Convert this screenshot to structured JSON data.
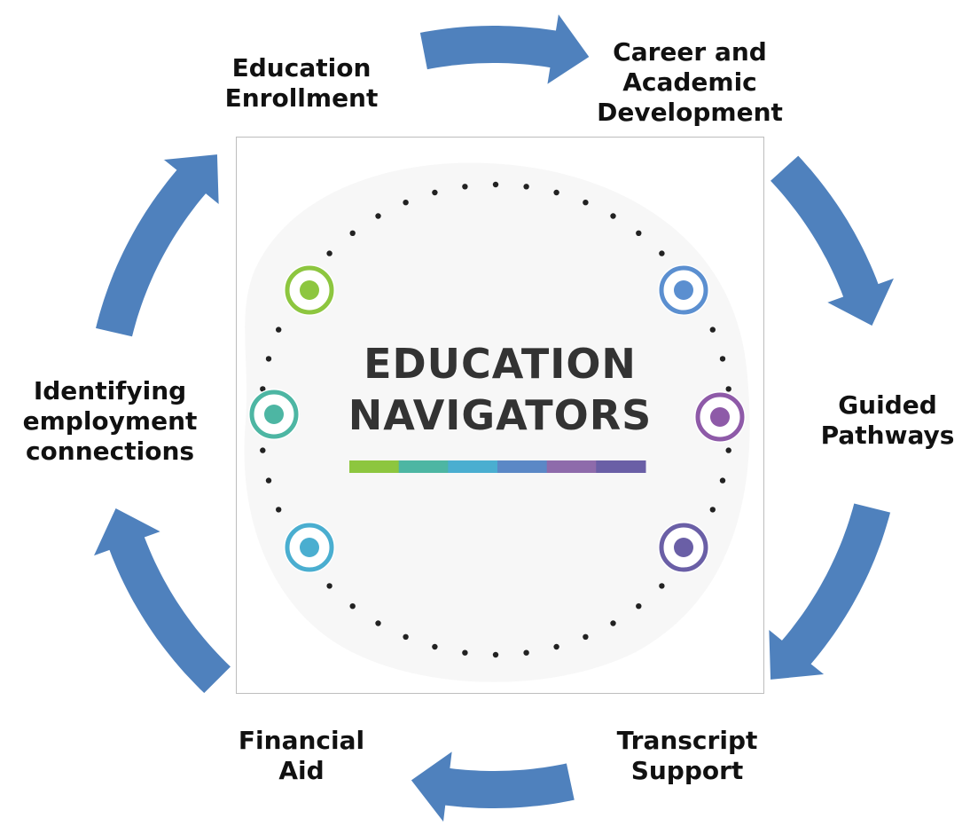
{
  "center": {
    "title_line1": "EDUCATION",
    "title_line2": "NAVIGATORS",
    "bar_colors": [
      "#8dc63f",
      "#4db6a3",
      "#4aaed0",
      "#5b88c6",
      "#8e6bab",
      "#6a5fa6"
    ],
    "node_colors": {
      "upper_left": "#8dc63f",
      "middle_left": "#4db6a3",
      "lower_left": "#4aaed0",
      "upper_right": "#5b8fd0",
      "middle_right": "#8e5aa8",
      "lower_right": "#6a5fa6"
    }
  },
  "steps": [
    {
      "key": "enrollment",
      "lines": [
        "Education",
        "Enrollment"
      ]
    },
    {
      "key": "career",
      "lines": [
        "Career and",
        "Academic",
        "Development"
      ]
    },
    {
      "key": "pathways",
      "lines": [
        "Guided",
        "Pathways"
      ]
    },
    {
      "key": "transcript",
      "lines": [
        "Transcript",
        "Support"
      ]
    },
    {
      "key": "financial",
      "lines": [
        "Financial",
        "Aid"
      ]
    },
    {
      "key": "employment",
      "lines": [
        "Identifying",
        "employment",
        "connections"
      ]
    }
  ],
  "colors": {
    "arrow": "#4f81bd",
    "arrow_stroke": "#ffffff",
    "text": "#111111",
    "dots": "#222222",
    "blob": "#f7f7f7"
  }
}
